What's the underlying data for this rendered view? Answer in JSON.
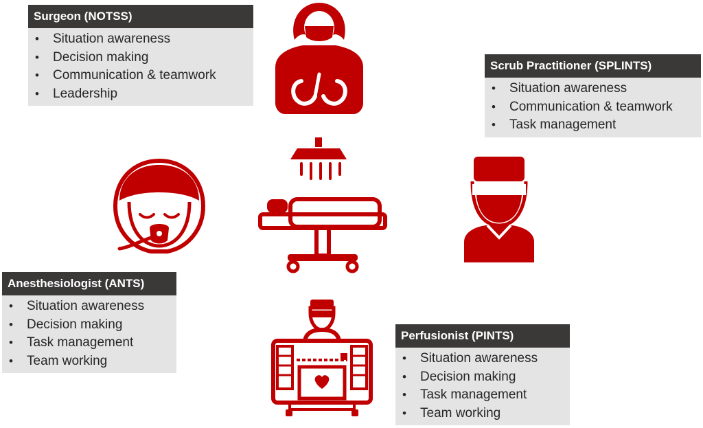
{
  "accent_color": "#c00000",
  "cards": [
    {
      "id": "surgeon",
      "title": "Surgeon (NOTSS)",
      "items": [
        "Situation awareness",
        "Decision making",
        "Communication & teamwork",
        "Leadership"
      ]
    },
    {
      "id": "scrub",
      "title": "Scrub Practitioner (SPLINTS)",
      "items": [
        "Situation awareness",
        "Communication & teamwork",
        "Task management"
      ]
    },
    {
      "id": "anesthesiologist",
      "title": "Anesthesiologist (ANTS)",
      "items": [
        "Situation awareness",
        "Decision making",
        "Task management",
        "Team working"
      ]
    },
    {
      "id": "perfusionist",
      "title": "Perfusionist (PINTS)",
      "items": [
        "Situation awareness",
        "Decision making",
        "Task management",
        "Team working"
      ]
    }
  ],
  "icons": [
    "surgeon-icon",
    "scrub-practitioner-icon",
    "anesthesiologist-patient-icon",
    "operating-table-icon",
    "perfusionist-machine-icon"
  ]
}
